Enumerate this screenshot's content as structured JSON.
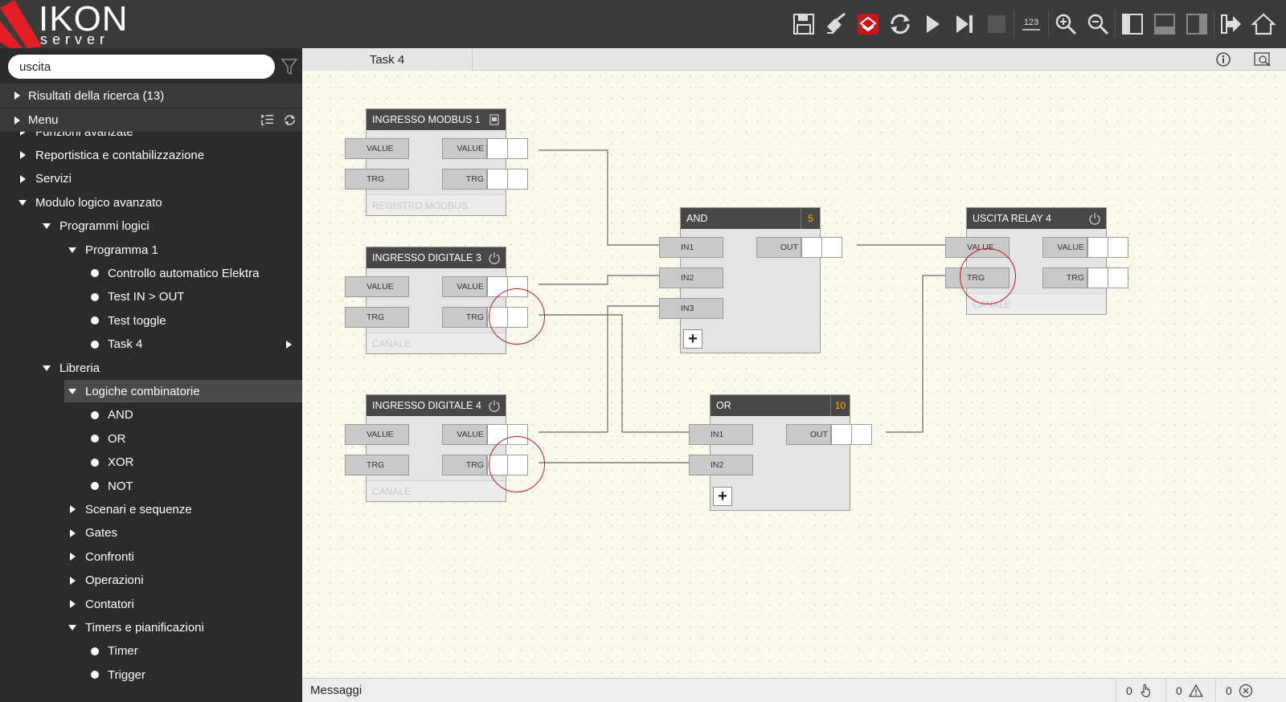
{
  "app": {
    "logo_main": "IKON",
    "logo_sub": "server"
  },
  "search": {
    "value": "uscita"
  },
  "sidebar": {
    "results_label": "Risultati della ricerca (13)",
    "menu_label": "Menu",
    "tree": [
      {
        "label": "Funzioni avanzate",
        "level": 0,
        "marker": "collapsed"
      },
      {
        "label": "Reportistica e contabilizzazione",
        "level": 0,
        "marker": "collapsed"
      },
      {
        "label": "Servizi",
        "level": 0,
        "marker": "collapsed"
      },
      {
        "label": "Modulo logico avanzato",
        "level": 0,
        "marker": "expanded"
      },
      {
        "label": "Programmi logici",
        "level": 1,
        "marker": "expanded"
      },
      {
        "label": "Programma 1",
        "level": 2,
        "marker": "expanded"
      },
      {
        "label": "Controllo automatico Elektra",
        "level": 3,
        "marker": "dot"
      },
      {
        "label": "Test IN > OUT",
        "level": 3,
        "marker": "dot"
      },
      {
        "label": "Test toggle",
        "level": 3,
        "marker": "dot"
      },
      {
        "label": "Task 4",
        "level": 3,
        "marker": "dot"
      },
      {
        "label": "Libreria",
        "level": 1,
        "marker": "expanded"
      },
      {
        "label": "Logiche combinatorie",
        "level": 2,
        "marker": "expanded"
      },
      {
        "label": "AND",
        "level": 3,
        "marker": "dot"
      },
      {
        "label": "OR",
        "level": 3,
        "marker": "dot"
      },
      {
        "label": "XOR",
        "level": 3,
        "marker": "dot"
      },
      {
        "label": "NOT",
        "level": 3,
        "marker": "dot"
      },
      {
        "label": "Scenari e sequenze",
        "level": 2,
        "marker": "collapsed"
      },
      {
        "label": "Gates",
        "level": 2,
        "marker": "collapsed"
      },
      {
        "label": "Confronti",
        "level": 2,
        "marker": "collapsed"
      },
      {
        "label": "Operazioni",
        "level": 2,
        "marker": "collapsed"
      },
      {
        "label": "Contatori",
        "level": 2,
        "marker": "collapsed"
      },
      {
        "label": "Timers e pianificazioni",
        "level": 2,
        "marker": "expanded"
      },
      {
        "label": "Timer",
        "level": 3,
        "marker": "dot"
      },
      {
        "label": "Trigger",
        "level": 3,
        "marker": "dot"
      }
    ]
  },
  "editor": {
    "tab_label": "Task 4"
  },
  "blocks": {
    "modbus1": {
      "title": "INGRESSO MODBUS 1",
      "footer": "REGISTRO MODBUS",
      "p_value": "VALUE",
      "p_trg": "TRG"
    },
    "digital3": {
      "title": "INGRESSO DIGITALE 3",
      "footer": "CANALE",
      "p_value": "VALUE",
      "p_trg": "TRG"
    },
    "digital4": {
      "title": "INGRESSO DIGITALE 4",
      "footer": "CANALE",
      "p_value": "VALUE",
      "p_trg": "TRG"
    },
    "and": {
      "title": "AND",
      "num": "5",
      "in1": "IN1",
      "in2": "IN2",
      "in3": "IN3",
      "out": "OUT"
    },
    "or": {
      "title": "OR",
      "num": "10",
      "in1": "IN1",
      "in2": "IN2",
      "out": "OUT"
    },
    "relay4": {
      "title": "USCITA RELAY 4",
      "footer": "CANALE",
      "p_value": "VALUE",
      "p_trg": "TRG"
    }
  },
  "status": {
    "messages_label": "Messaggi",
    "count_actions": "0",
    "count_warnings": "0",
    "count_errors": "0"
  },
  "colors": {
    "accent_red": "#c8161d",
    "topbar": "#3b3b3b",
    "sidebar": "#2b2b2b",
    "block_head": "#474747",
    "num_badge": "#f0b429"
  }
}
